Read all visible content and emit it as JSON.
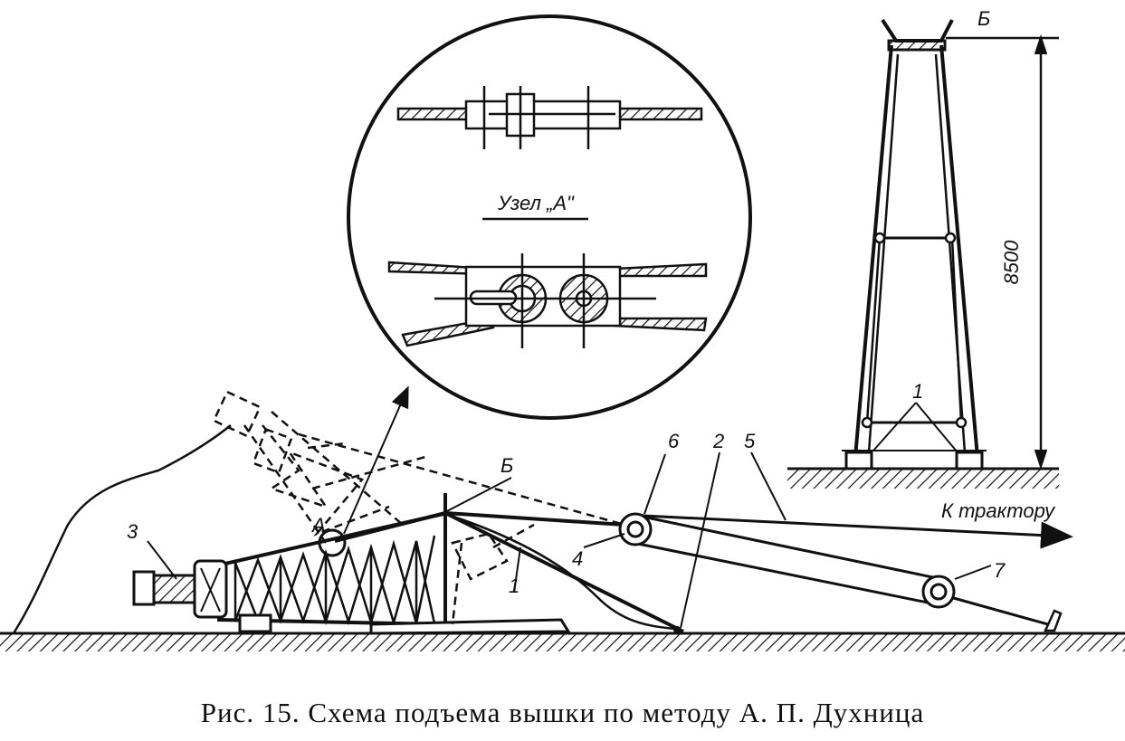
{
  "figure": {
    "labels": {
      "node_title": "Узел „А\"",
      "label_A": "А",
      "label_B_main": "Б",
      "label_B_tower": "Б",
      "height_dim": "8500",
      "to_tractor": "К трактору",
      "num_1_main": "1",
      "num_1_tower": "1",
      "num_2": "2",
      "num_3": "3",
      "num_4": "4",
      "num_5": "5",
      "num_6": "6",
      "num_7": "7"
    },
    "caption": "Рис. 15. Схема подъема вышки по методу А. П. Духница"
  }
}
